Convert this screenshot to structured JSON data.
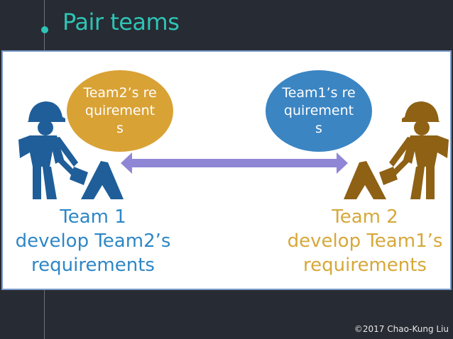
{
  "slide": {
    "title": "Pair teams",
    "copyright": "©2017 Chao-Kung Liu"
  },
  "diagram": {
    "left_bubble": "Team2’s requirements",
    "right_bubble": "Team1’s requirements",
    "team1": {
      "line1": "Team 1",
      "line2": "develop Team2’s",
      "line3": "requirements"
    },
    "team2": {
      "line1": "Team 2",
      "line2": "develop Team1’s",
      "line3": "requirements"
    }
  },
  "colors": {
    "accent": "#2ec4b6",
    "team1": "#2e87c6",
    "team2": "#d6a83a",
    "bubble_left": "#d9a235",
    "bubble_right": "#3b85c3",
    "arrow": "#8f86d6"
  },
  "icons": {
    "left": "construction-worker-icon",
    "right": "construction-worker-icon",
    "connector": "double-arrow-icon"
  }
}
